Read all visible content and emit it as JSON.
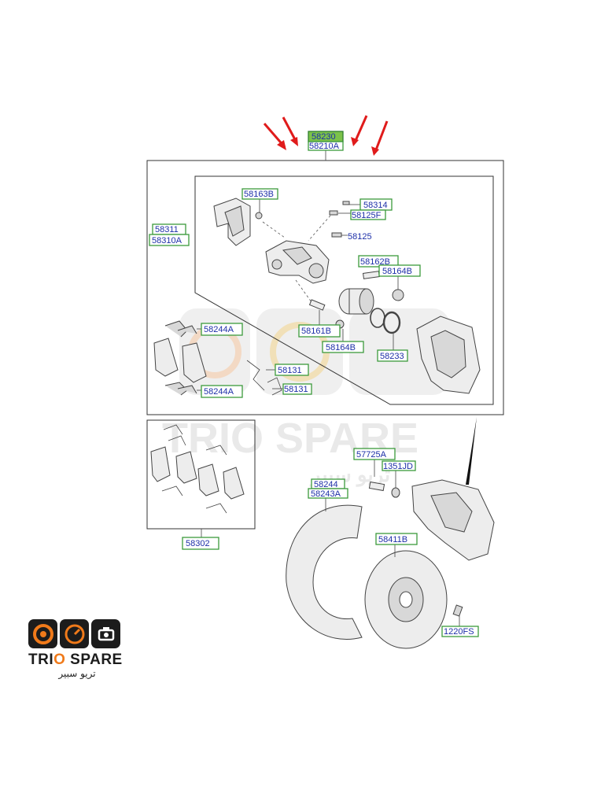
{
  "labels": {
    "l58230": "58230",
    "l58210A": "58210A",
    "l58163B": "58163B",
    "l58314": "58314",
    "l58125F": "58125F",
    "l58311": "58311",
    "l58310A": "58310A",
    "l58125": "58125",
    "l58162B": "58162B",
    "l58164B_top": "58164B",
    "l58244A_top": "58244A",
    "l58161B": "58161B",
    "l58164B_mid": "58164B",
    "l58233": "58233",
    "l58131_a": "58131",
    "l58244A_bot": "58244A",
    "l58131_b": "58131",
    "l57725A": "57725A",
    "l1351JD": "1351JD",
    "l58244": "58244",
    "l58243A": "58243A",
    "l58411B": "58411B",
    "l58302": "58302",
    "l1220FS": "1220FS"
  },
  "watermark": {
    "brand": "TRIO SPARE",
    "arabic": "تريو سبير"
  },
  "logo": {
    "brand_a": "TRI",
    "brand_o": "O",
    "brand_b": " SPARE",
    "arabic": "تريو سبير"
  },
  "colors": {
    "label_text": "#1d2fa8",
    "label_border": "#3c9a3c",
    "highlight_fill": "#7cc24a",
    "arrow": "#e01b1b",
    "logo_accent": "#f07a1a"
  }
}
